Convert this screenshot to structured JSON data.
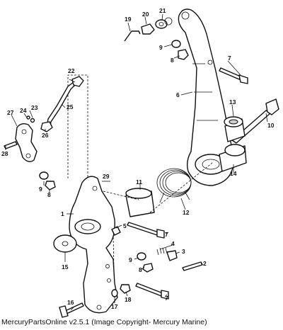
{
  "diagram": {
    "part_labels": [
      "1",
      "2",
      "3",
      "4",
      "5",
      "6",
      "7",
      "7",
      "7",
      "8",
      "8",
      "8",
      "9",
      "9",
      "9",
      "10",
      "11",
      "12",
      "13",
      "14",
      "15",
      "16",
      "17",
      "18",
      "19",
      "20",
      "21",
      "22",
      "23",
      "24",
      "25",
      "26",
      "27",
      "28",
      "29"
    ]
  },
  "footer": {
    "caption": "MercuryPartsOnline v2.5.1 (Image Copyright- Mercury Marine)"
  }
}
